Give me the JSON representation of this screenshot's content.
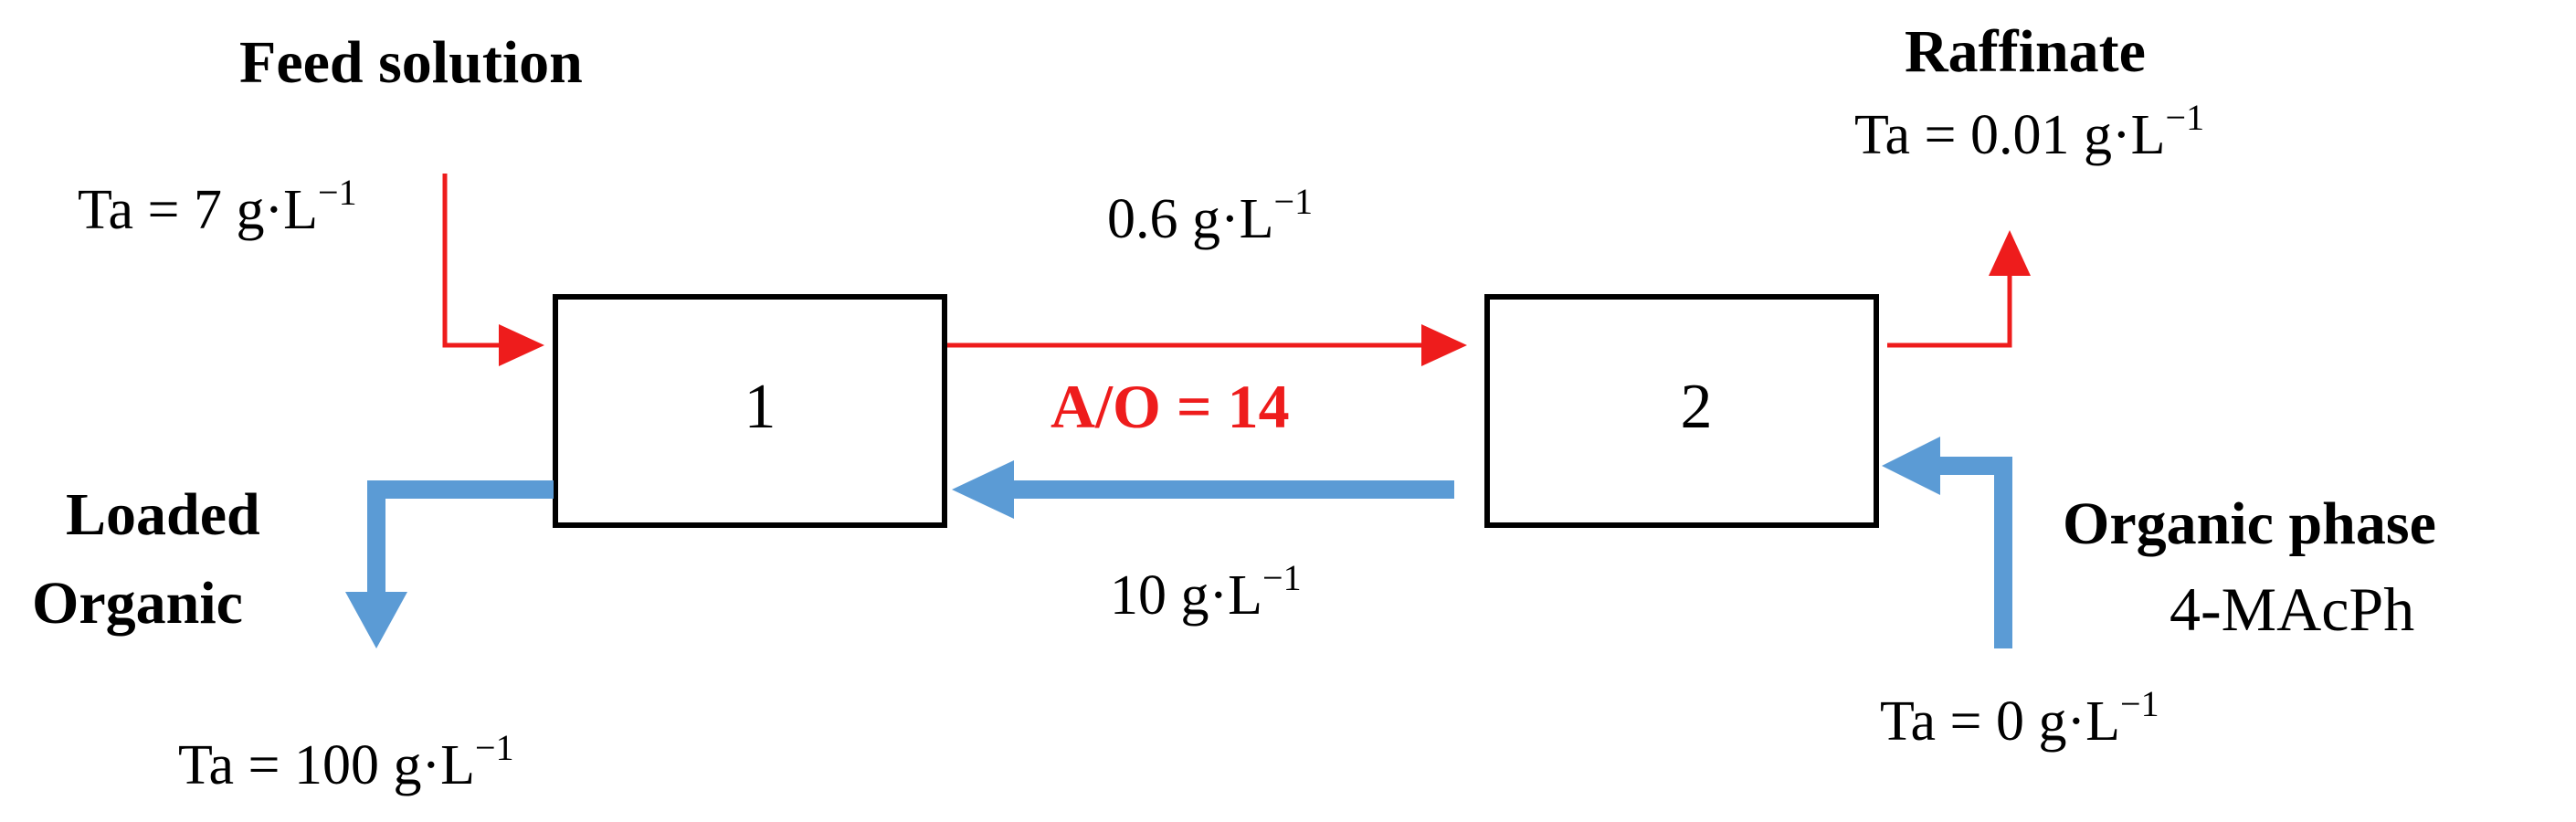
{
  "colors": {
    "aqueous": "#ee1c1c",
    "organic": "#5b9bd5",
    "box_stroke": "#000000",
    "text": "#000000"
  },
  "feed": {
    "title": "Feed solution",
    "conc_label": "Ta = 7 g·L",
    "conc_exp": "−1"
  },
  "raffinate": {
    "title": "Raffinate",
    "conc_label": "Ta = 0.01 g·L",
    "conc_exp": "−1"
  },
  "loaded_organic": {
    "title_line1": "Loaded",
    "title_line2": "Organic",
    "conc_label": "Ta = 100 g·L",
    "conc_exp": "−1"
  },
  "organic_phase": {
    "title": "Organic phase",
    "subtitle": "4-MAcPh",
    "conc_label": "Ta = 0 g·L",
    "conc_exp": "−1"
  },
  "interstage": {
    "aqueous_conc": "0.6 g·L",
    "aqueous_exp": "−1",
    "organic_conc": "10 g·L",
    "organic_exp": "−1",
    "ratio_label": "A/O = 14"
  },
  "stages": [
    {
      "label": "1"
    },
    {
      "label": "2"
    }
  ]
}
